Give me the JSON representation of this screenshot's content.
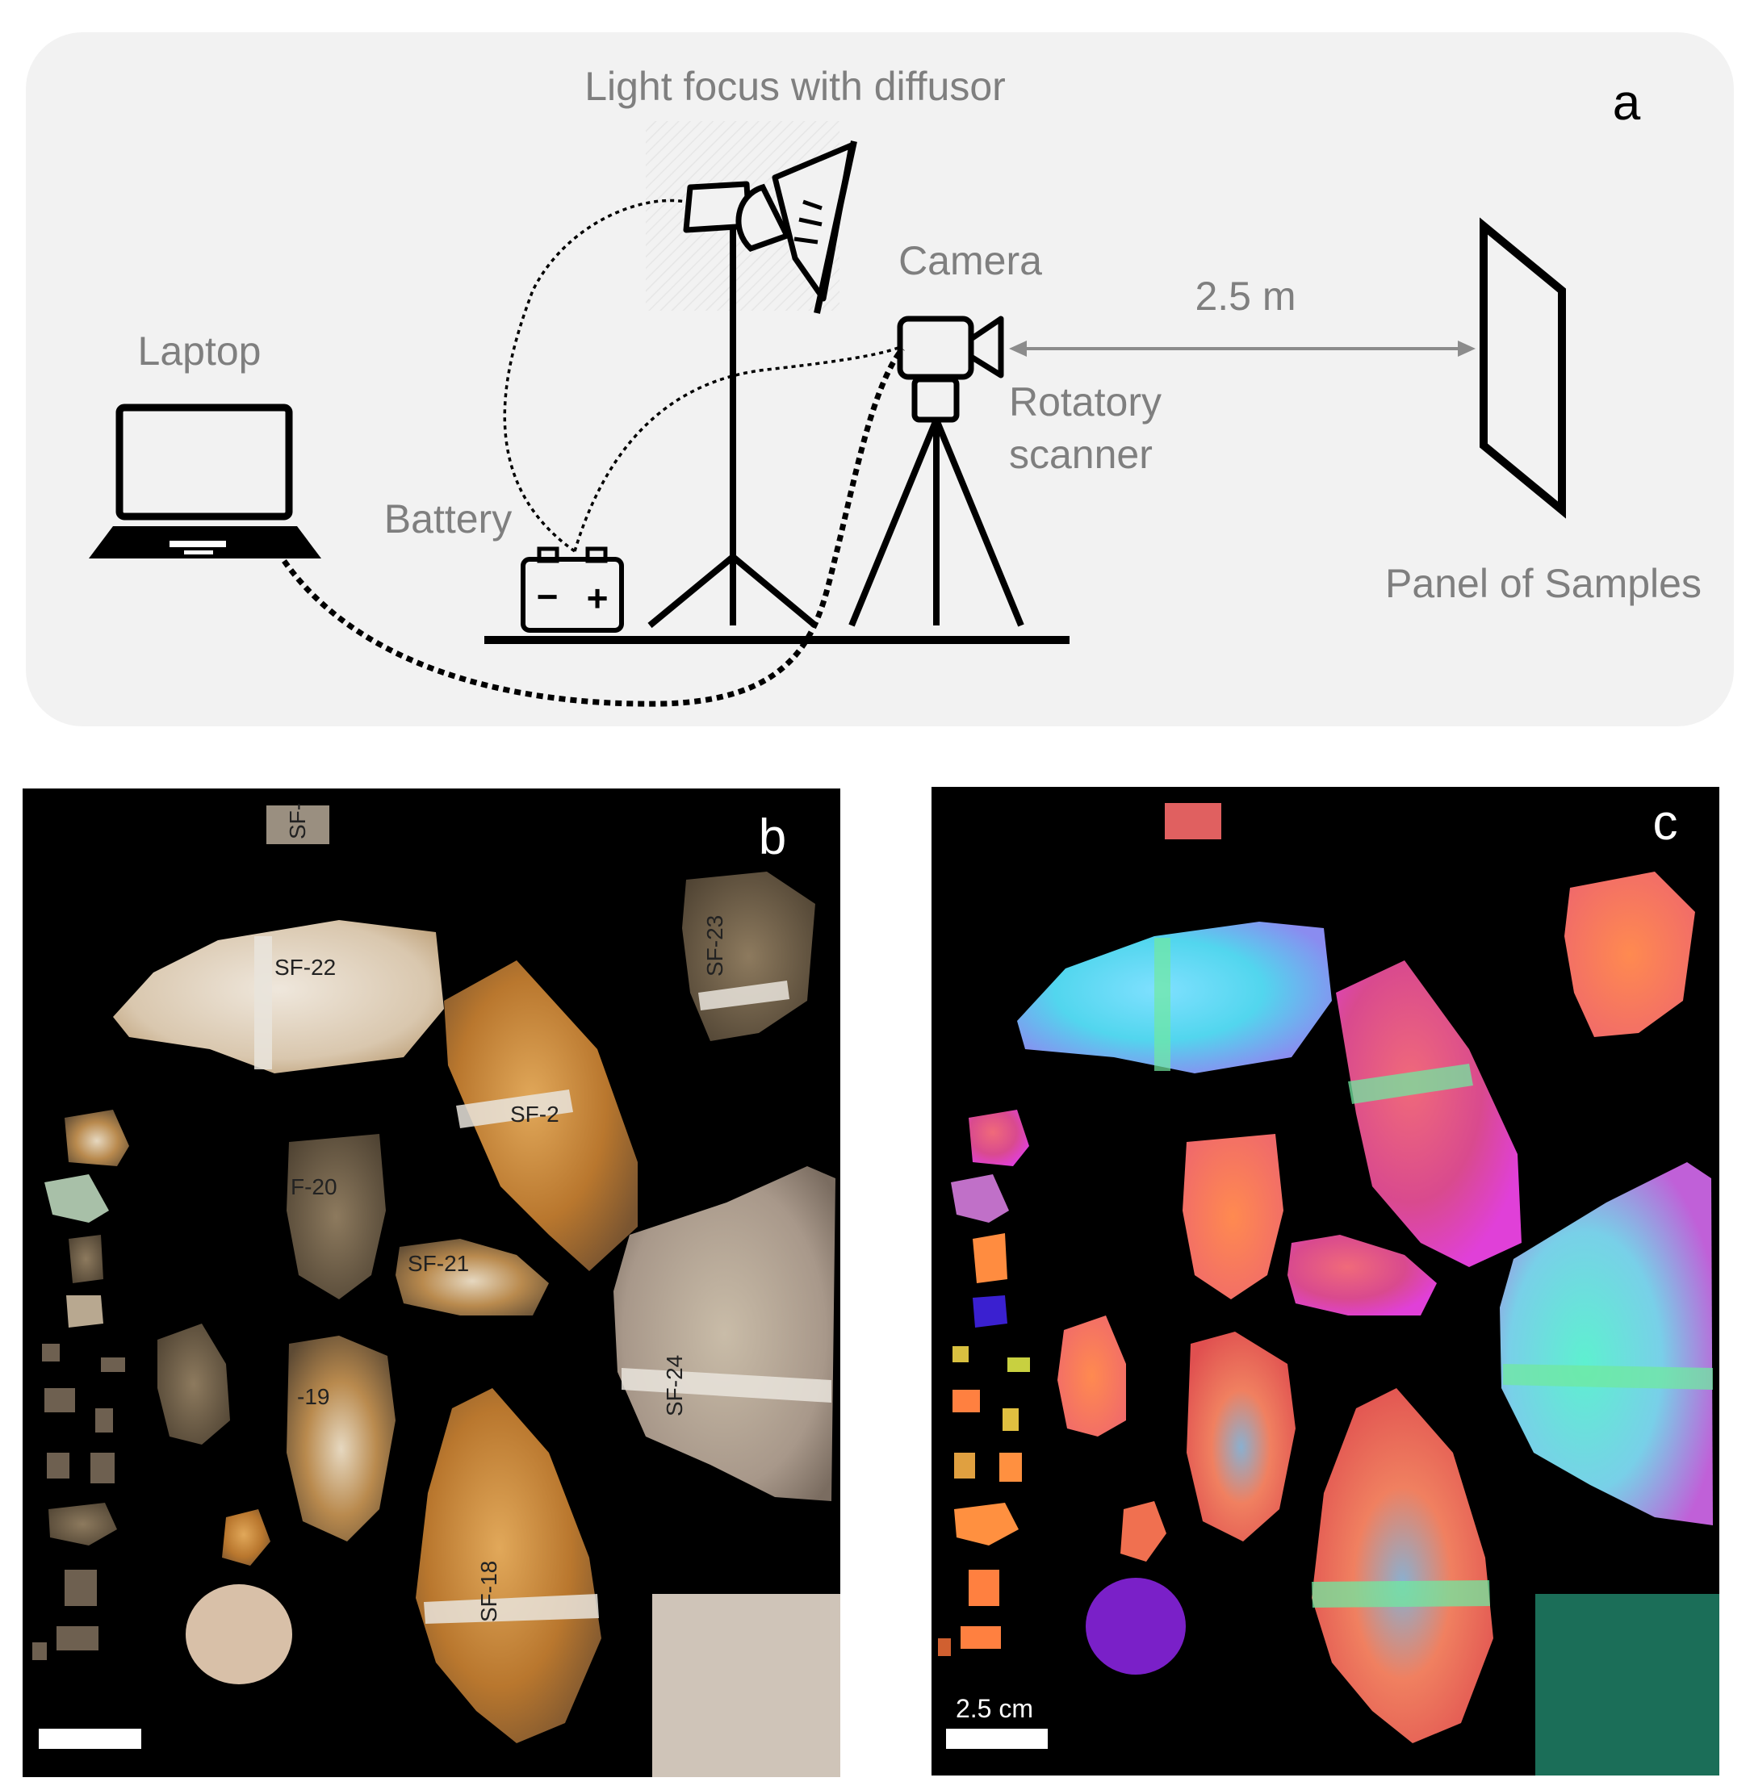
{
  "panel_a": {
    "letter": "a",
    "labels": {
      "light": "Light focus with diffusor",
      "camera": "Camera",
      "distance": "2.5 m",
      "laptop": "Laptop",
      "rotatory_line1": "Rotatory",
      "rotatory_line2": "scanner",
      "battery": "Battery",
      "panel": "Panel of Samples"
    },
    "battery_symbols": {
      "minus": "−",
      "plus": "+"
    }
  },
  "panel_b": {
    "letter": "b",
    "sample_tags": [
      "SF-",
      "SF-22",
      "SF-23",
      "SF-2",
      "F-20",
      "SF-21",
      "SF-24",
      "-19",
      "SF-18"
    ]
  },
  "panel_c": {
    "letter": "c",
    "scale_label": "2.5 cm"
  },
  "colors": {
    "panel_a_bg": "#f2f2f2",
    "label_gray": "#7f7f7f",
    "arrow_gray": "#8c8c8c",
    "image_bg": "#000000"
  }
}
